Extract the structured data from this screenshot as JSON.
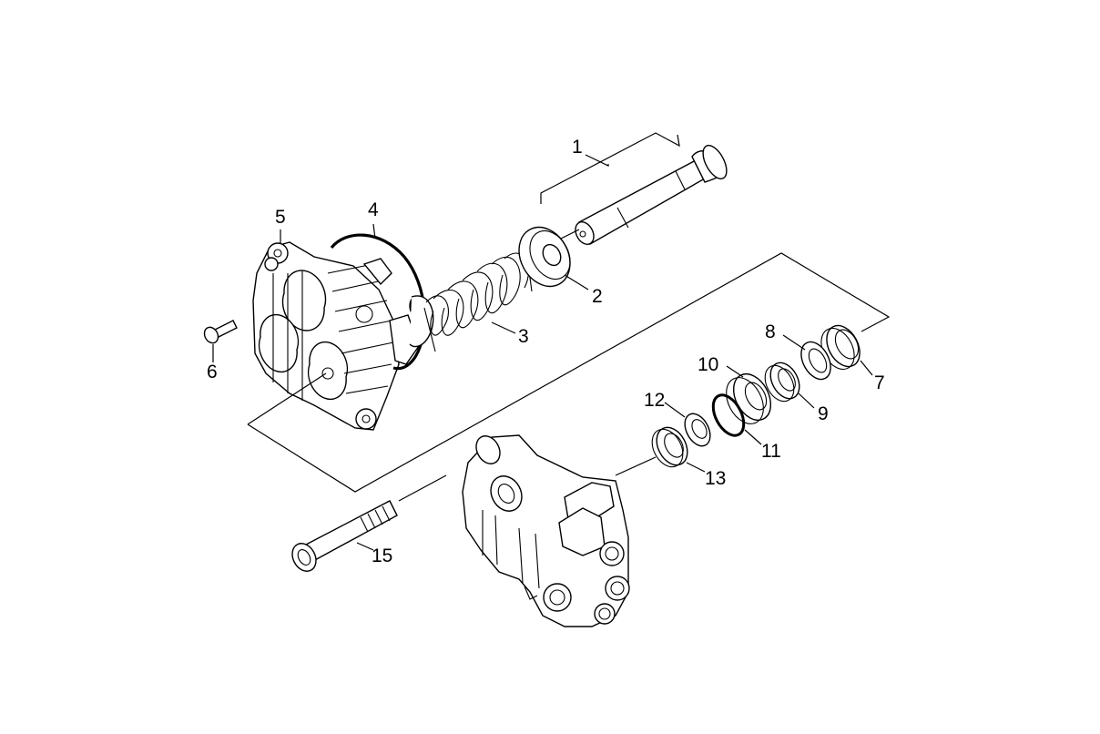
{
  "diagram": {
    "type": "exploded-parts-view",
    "callouts": [
      {
        "number": "1"
      },
      {
        "number": "2"
      },
      {
        "number": "3"
      },
      {
        "number": "4"
      },
      {
        "number": "5"
      },
      {
        "number": "6"
      },
      {
        "number": "7"
      },
      {
        "number": "8"
      },
      {
        "number": "9"
      },
      {
        "number": "10"
      },
      {
        "number": "11"
      },
      {
        "number": "12"
      },
      {
        "number": "13"
      },
      {
        "number": "15"
      }
    ]
  }
}
